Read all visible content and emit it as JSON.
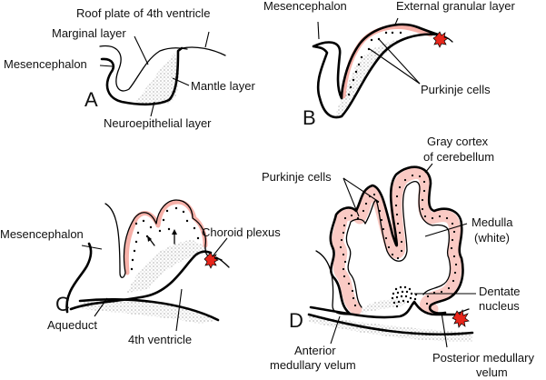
{
  "figure": {
    "colors": {
      "outline": "#000000",
      "external_granular_layer": "#f6a39a",
      "choroid_plexus": "#e8261b",
      "stipple": "#9a9a9a",
      "background": "#ffffff"
    },
    "panels": {
      "A": {
        "letter": "A",
        "labels": {
          "roof_plate": "Roof plate of 4th ventricle",
          "marginal_layer": "Marginal layer",
          "mesencephalon": "Mesencephalon",
          "mantle_layer": "Mantle layer",
          "neuroepithelial_layer": "Neuroepithelial layer"
        }
      },
      "B": {
        "letter": "B",
        "labels": {
          "mesencephalon": "Mesencephalon",
          "external_granular_layer": "External granular layer",
          "purkinje_cells": "Purkinje cells"
        }
      },
      "C": {
        "letter": "C",
        "labels": {
          "mesencephalon": "Mesencephalon",
          "choroid_plexus": "Choroid plexus",
          "aqueduct": "Aqueduct",
          "fourth_ventricle": "4th ventricle"
        }
      },
      "D": {
        "letter": "D",
        "labels": {
          "purkinje_cells": "Purkinje cells",
          "gray_cortex_line1": "Gray cortex",
          "gray_cortex_line2": "of cerebellum",
          "medulla_line1": "Medulla",
          "medulla_line2": "(white)",
          "dentate_line1": "Dentate",
          "dentate_line2": "nucleus",
          "anterior_velum_line1": "Anterior",
          "anterior_velum_line2": "medullary velum",
          "posterior_velum_line1": "Posterior medullary",
          "posterior_velum_line2": "velum"
        }
      }
    }
  }
}
